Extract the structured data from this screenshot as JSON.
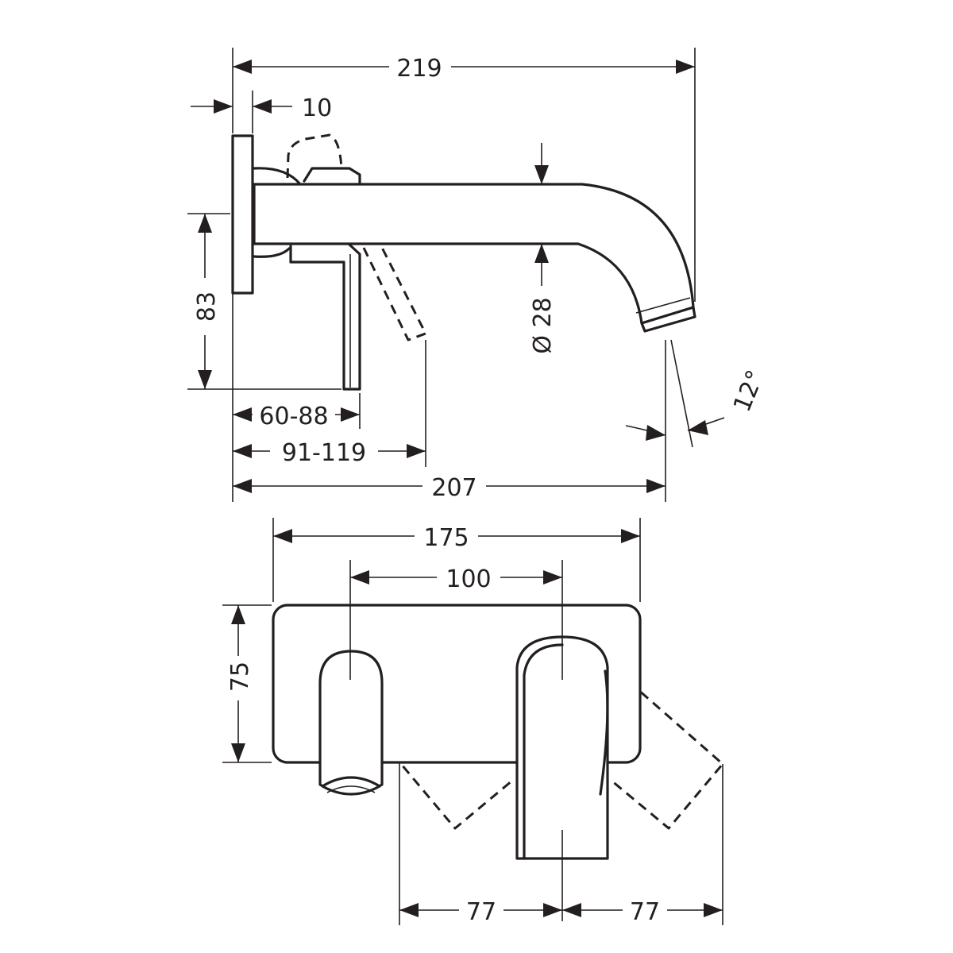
{
  "side_view": {
    "total_length": "219",
    "plate_thickness": "10",
    "height": "83",
    "diameter": "Ø 28",
    "handle_depth": "60-88",
    "handle_reach": "91-119",
    "projection": "207",
    "angle": "12°"
  },
  "front_view": {
    "plate_width": "175",
    "center_distance": "100",
    "plate_height": "75",
    "swing_left": "77",
    "swing_right": "77"
  }
}
